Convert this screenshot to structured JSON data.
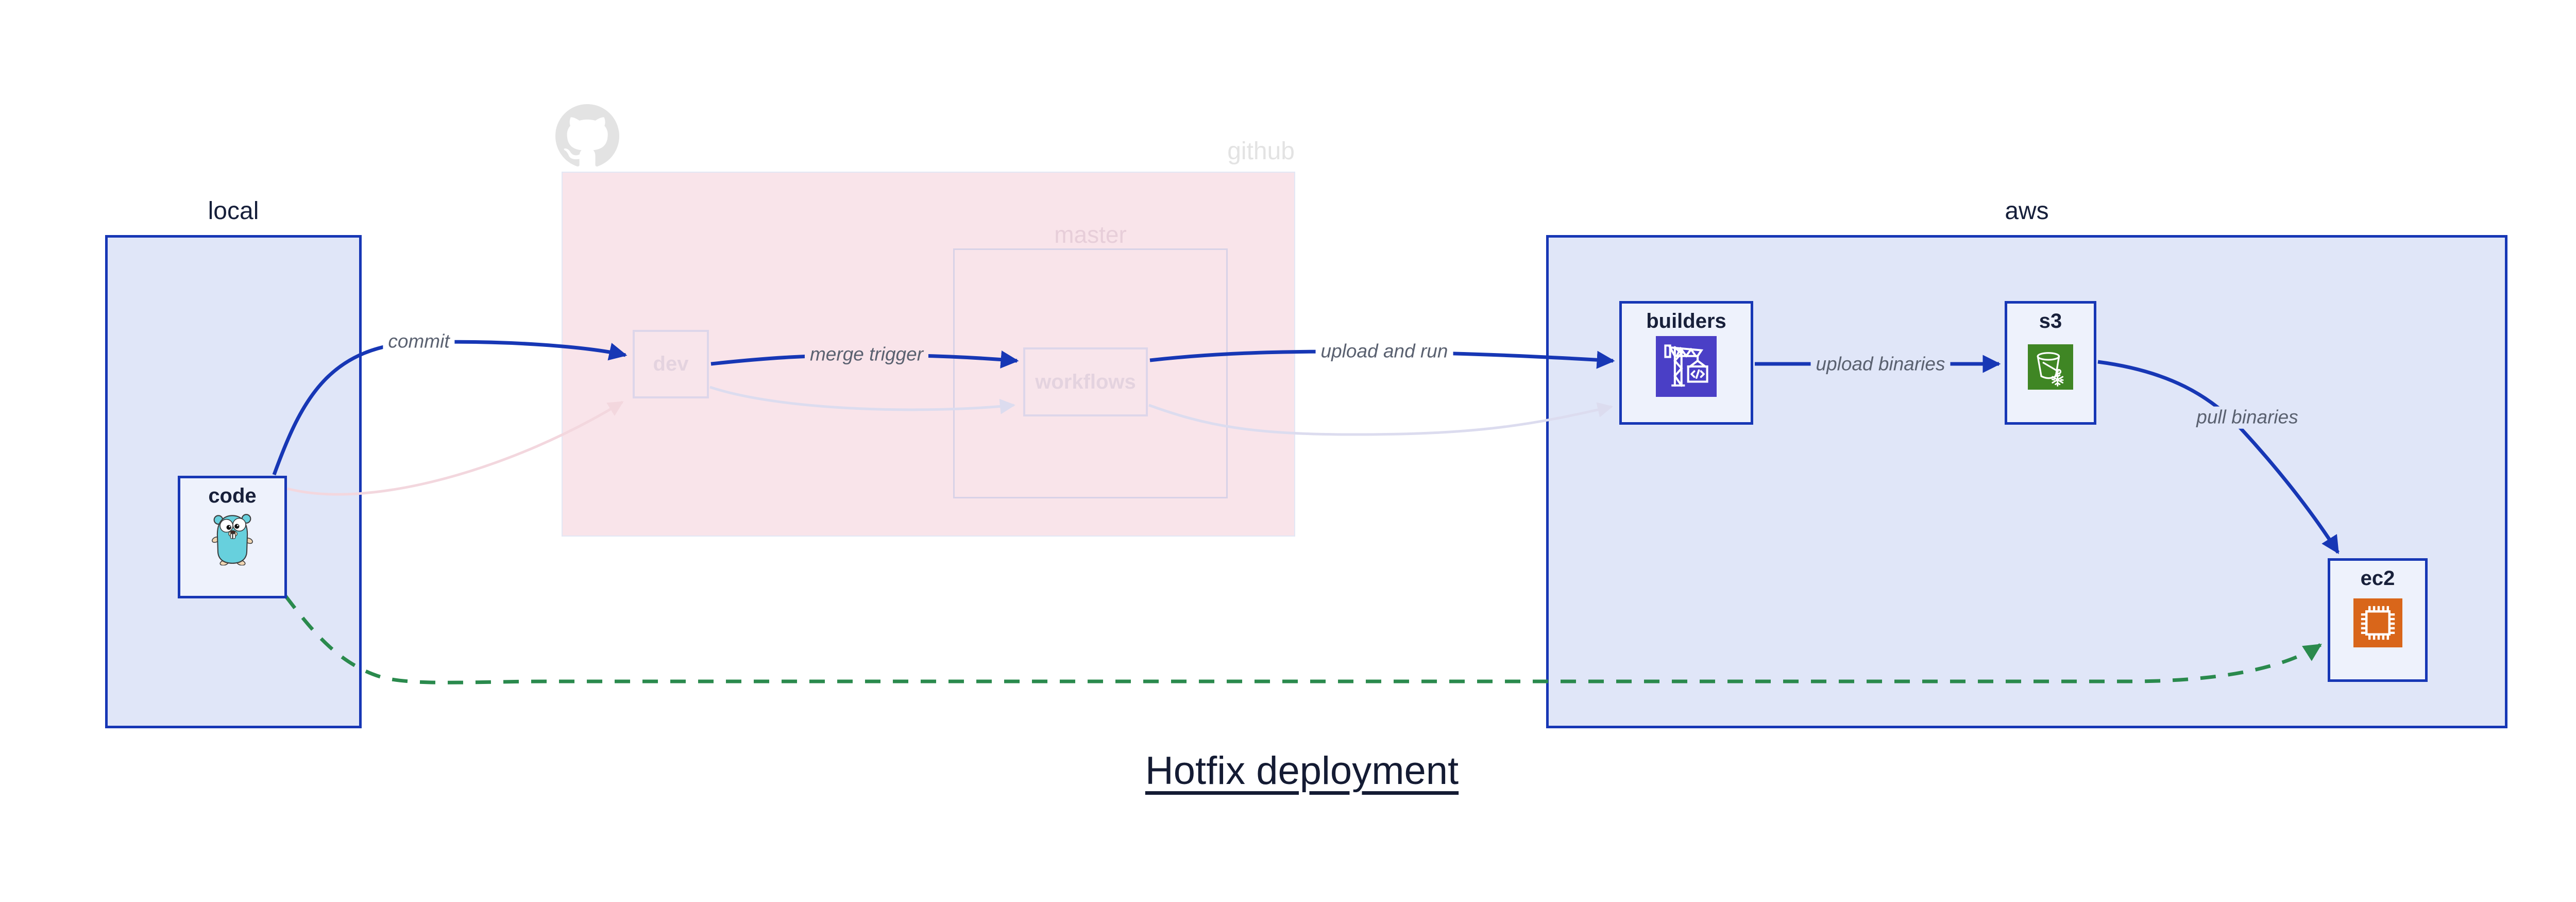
{
  "title": "Hotfix deployment",
  "groups": {
    "local": {
      "label": "local"
    },
    "github": {
      "label": "github",
      "logo": "github-octocat-icon"
    },
    "master": {
      "label": "master"
    },
    "aws": {
      "label": "aws"
    }
  },
  "nodes": {
    "code": {
      "label": "code",
      "icon": "go-gopher-icon",
      "group": "local"
    },
    "dev": {
      "label": "dev",
      "group": "github/master",
      "state": "faded"
    },
    "workflows": {
      "label": "workflows",
      "group": "github/master",
      "state": "faded"
    },
    "builders": {
      "label": "builders",
      "icon": "aws-codebuild-icon",
      "group": "aws"
    },
    "s3": {
      "label": "s3",
      "icon": "aws-s3-glacier-icon",
      "group": "aws"
    },
    "ec2": {
      "label": "ec2",
      "icon": "aws-ec2-icon",
      "group": "aws"
    }
  },
  "edges": {
    "commit": {
      "from": "code",
      "to": "dev",
      "label": "commit",
      "style": "solid-blue"
    },
    "merge_trigger": {
      "from": "dev",
      "to": "workflows",
      "label": "merge trigger",
      "style": "solid-blue"
    },
    "upload_and_run": {
      "from": "workflows",
      "to": "builders",
      "label": "upload and run",
      "style": "solid-blue"
    },
    "upload_binaries": {
      "from": "builders",
      "to": "s3",
      "label": "upload binaries",
      "style": "solid-blue"
    },
    "pull_binaries": {
      "from": "s3",
      "to": "ec2",
      "label": "pull binaries",
      "style": "solid-blue"
    },
    "faded_commit": {
      "from": "code",
      "to": "dev",
      "style": "faded-pink"
    },
    "faded_merge": {
      "from": "dev",
      "to": "workflows",
      "style": "faded-lavender"
    },
    "faded_upload": {
      "from": "workflows",
      "to": "builders",
      "style": "faded-lavender"
    },
    "hotfix": {
      "from": "code",
      "to": "ec2",
      "style": "dashed-green"
    }
  },
  "colors": {
    "accent_blue": "#1737b5",
    "container_fill": "#e0e6f8",
    "node_fill": "#eef2fc",
    "github_fill": "#f9e4ea",
    "faded_border": "#ddd6ea",
    "faded_text": "#e4d3df",
    "faded_edge_lavender": "#dcdcef",
    "faded_edge_pink": "#f3d7de",
    "hotfix_green": "#2a8a4d",
    "edge_label_gray": "#5a6170",
    "title_navy": "#141b33",
    "github_gray": "#e3e3e3",
    "codebuild_indigo": "#4a3fc6",
    "s3_green": "#3f8624",
    "ec2_orange": "#d9661a",
    "gopher_teal": "#67d0dd"
  }
}
